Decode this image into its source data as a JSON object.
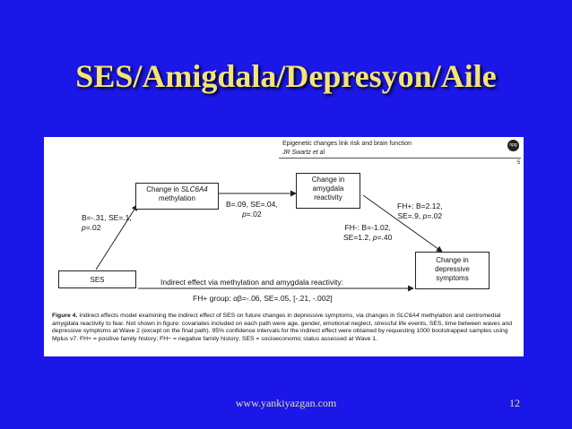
{
  "slide": {
    "title": "SES/Amigdala/Depresyon/Aile",
    "footer": "www.yankiyazgan.com",
    "page_number": "12"
  },
  "figure": {
    "header_line1": "Epigenetic changes link risk and brain function",
    "header_line2": "JR Swartz et al",
    "logo_text": "npg",
    "page_mark": "5",
    "boxes": {
      "methylation_line1": "Change in ",
      "methylation_gene": "SLC6A4",
      "methylation_line2": "methylation",
      "amygdala_line1": "Change in",
      "amygdala_line2": "amygdala",
      "amygdala_line3": "reactivity",
      "ses": "SES",
      "depressive_line1": "Change in",
      "depressive_line2": "depressive",
      "depressive_line3": "symptoms"
    },
    "paths": {
      "ses_meth_line1": "B=-.31, SE=.1,",
      "ses_meth_p": "p",
      "ses_meth_pval": "=.02",
      "meth_amyg_line1": "B=.09, SE=.04,",
      "meth_amyg_p": "p",
      "meth_amyg_pval": "=.02",
      "fhplus_line1": "FH+: B=2.12,",
      "fhplus_line2a": "SE=.9, ",
      "fhplus_p": "p",
      "fhplus_pval": "=.02",
      "fhminus_line1": "FH-: B=-1.02,",
      "fhminus_line2a": "SE=1.2, ",
      "fhminus_p": "p",
      "fhminus_pval": "=.40"
    },
    "indirect": {
      "title": "Indirect effect via methylation and amygdala reactivity:",
      "value": "FH+ group: αβ=-.06, SE=.05, [-.21, -.002]"
    },
    "caption": {
      "label": "Figure 4.",
      "text1": "Indirect effects model examining the indirect effect of SES on future changes in depressive symptoms, via changes in ",
      "gene": "SLC6A4",
      "text2": " methylation and centromedial amygdala reactivity to fear. Not shown in figure: covariates included on each path were age, gender, emotional neglect, stressful life events, SES, time between waves and depressive symptoms at Wave 2 (except on the final path). 95% confidence intervals for the indirect effect were obtained by requesting 1000 bootstrapped samples using Mplus v7. FH+ = positive family history; FH− = negative family history; SES = socioeconomic status assessed at Wave 1."
    }
  }
}
